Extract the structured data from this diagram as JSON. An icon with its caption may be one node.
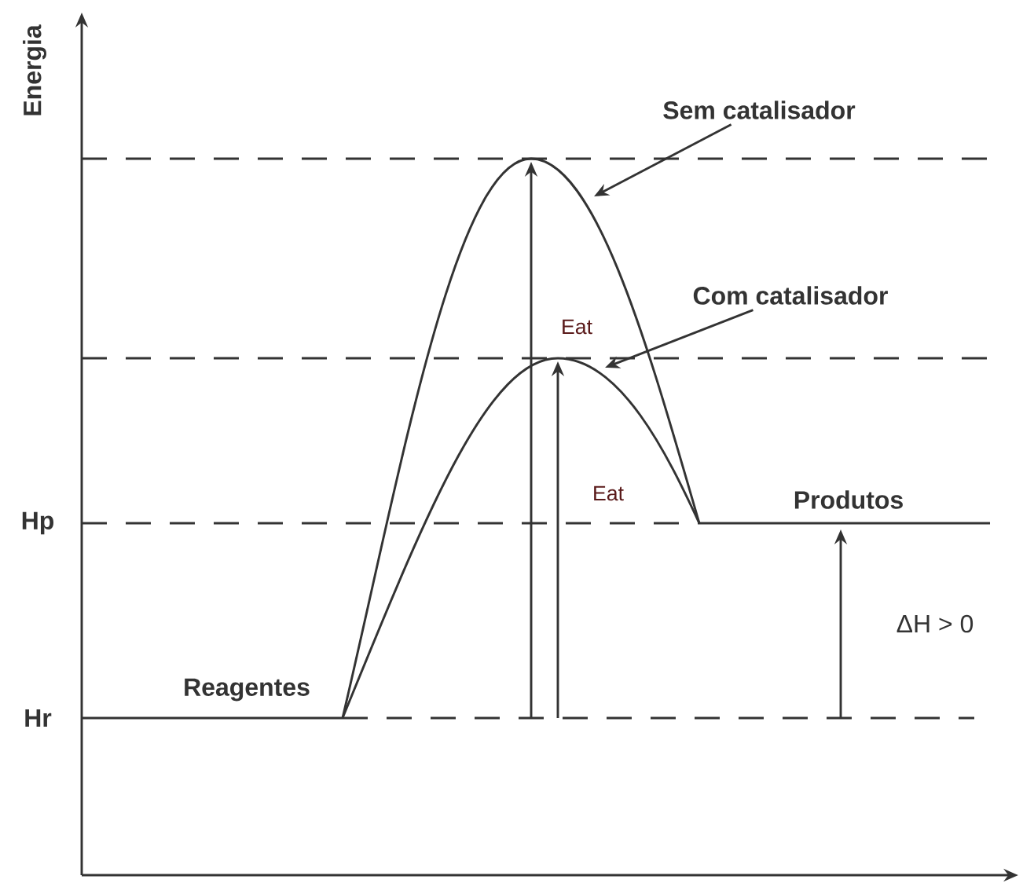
{
  "diagram": {
    "nodes": [
      {
        "text": [
          "Sem catalisador"
        ]
      },
      {
        "text": [
          "Com catalisador"
        ]
      }
    ],
    "edges": [
      {
        "from": 0,
        "to": null,
        "arrow": "to"
      },
      {
        "from": 1,
        "to": null,
        "arrow": "to"
      }
    ],
    "labels": [
      "Energia",
      "Eat",
      "Hp",
      "Eat",
      "Produtos",
      "ΔH > 0",
      "Reagentes",
      "Hr"
    ]
  }
}
